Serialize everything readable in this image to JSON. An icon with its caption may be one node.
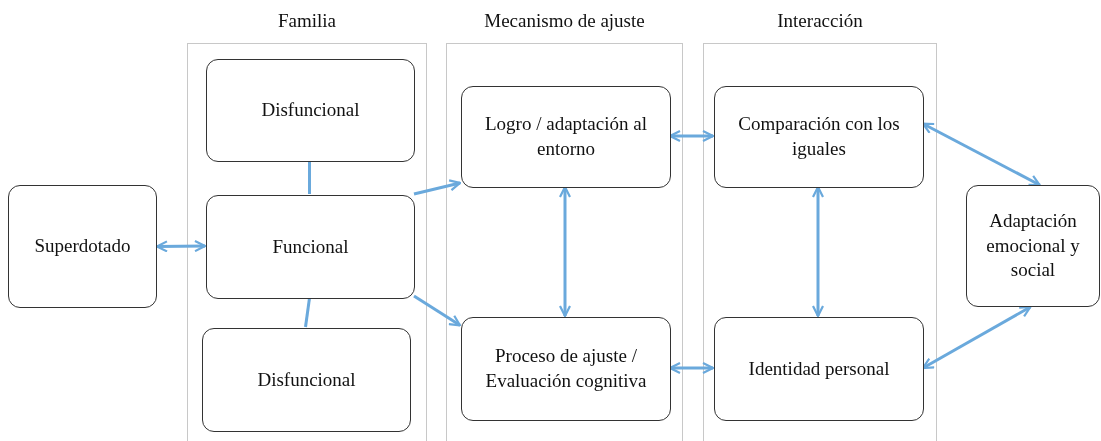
{
  "diagram": {
    "nodes": [
      {
        "text": [
          "Superdotado"
        ]
      },
      {
        "text": [
          "Familia"
        ]
      },
      {
        "text": [
          "Disfuncional"
        ],
        "in": 1
      },
      {
        "text": [
          "Funcional"
        ],
        "in": 1
      },
      {
        "text": [
          "Disfuncional"
        ],
        "in": 1
      },
      {
        "text": [
          "Mecanismo de ajuste"
        ]
      },
      {
        "text": [
          "Logro / adaptación al entorno"
        ],
        "in": 5
      },
      {
        "text": [
          "Proceso de ajuste / Evaluación cognitiva"
        ],
        "in": 5
      },
      {
        "text": [
          "Interacción"
        ]
      },
      {
        "text": [
          "Comparación con los iguales"
        ],
        "in": 8
      },
      {
        "text": [
          "Identidad personal"
        ],
        "in": 8
      },
      {
        "text": [
          "Adaptación emocional y social"
        ]
      }
    ],
    "edges": [
      {
        "from": 0,
        "to": 3,
        "arrow": "both"
      },
      {
        "from": 2,
        "to": 3,
        "arrow": "none"
      },
      {
        "from": 3,
        "to": 4,
        "arrow": "none"
      },
      {
        "from": 3,
        "to": 6,
        "arrow": "to"
      },
      {
        "from": 3,
        "to": 7,
        "arrow": "to"
      },
      {
        "from": 6,
        "to": 9,
        "arrow": "both"
      },
      {
        "from": 6,
        "to": 7,
        "arrow": "both"
      },
      {
        "from": 7,
        "to": 10,
        "arrow": "both"
      },
      {
        "from": 9,
        "to": 10,
        "arrow": "both"
      },
      {
        "from": 9,
        "to": 11,
        "arrow": "both"
      },
      {
        "from": 10,
        "to": 11,
        "arrow": "both"
      }
    ]
  }
}
